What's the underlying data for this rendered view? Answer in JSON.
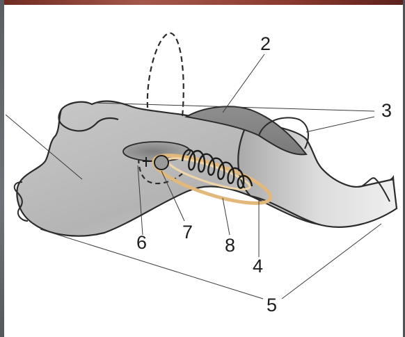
{
  "colors": {
    "plate_fill": "#bdbdbd",
    "plate_shade": "#8f8f8f",
    "outline": "#2b2b2b",
    "wire_clasp": "#e9c88a",
    "frame_top": "#8d3b30",
    "frame_side": "#62666b"
  },
  "callouts": [
    {
      "id": "label-1",
      "text": ""
    },
    {
      "id": "label-2",
      "text": "2"
    },
    {
      "id": "label-3",
      "text": "3"
    },
    {
      "id": "label-4",
      "text": "4"
    },
    {
      "id": "label-5",
      "text": "5"
    },
    {
      "id": "label-6",
      "text": "6"
    },
    {
      "id": "label-7",
      "text": "7"
    },
    {
      "id": "label-8",
      "text": "8"
    }
  ]
}
